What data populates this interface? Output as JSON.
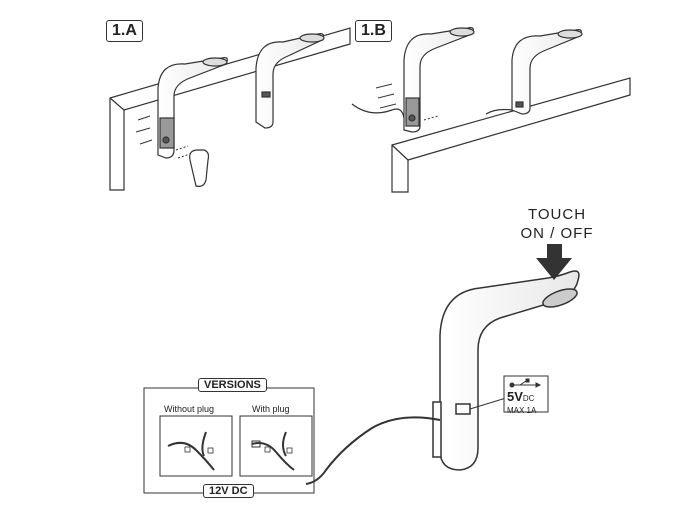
{
  "step_labels": {
    "a": "1.A",
    "b": "1.B"
  },
  "touch": {
    "line1": "TOUCH",
    "line2": "ON / OFF"
  },
  "usb": {
    "main": "5V",
    "sub": "DC",
    "max": "MAX 1A"
  },
  "versions": {
    "title": "VERSIONS",
    "without_plug": "Without plug",
    "with_plug": "With plug",
    "voltage": "12V DC"
  },
  "icons": [
    "usb-icon",
    "arrow-down-icon"
  ]
}
